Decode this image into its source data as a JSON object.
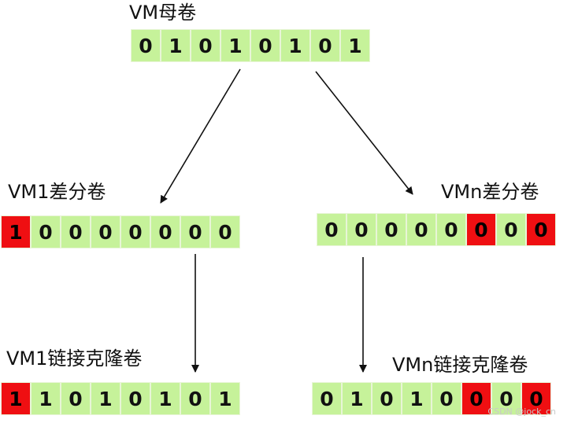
{
  "colors": {
    "green": "#c6f29a",
    "red": "#ef0f12",
    "arrow": "#111111"
  },
  "volumes": {
    "parent": {
      "label": "VM母卷",
      "bits": [
        "0",
        "1",
        "0",
        "1",
        "0",
        "1",
        "0",
        "1"
      ],
      "highlight": [
        false,
        false,
        false,
        false,
        false,
        false,
        false,
        false
      ]
    },
    "vm1_diff": {
      "label": "VM1差分卷",
      "bits": [
        "1",
        "0",
        "0",
        "0",
        "0",
        "0",
        "0",
        "0"
      ],
      "highlight": [
        true,
        false,
        false,
        false,
        false,
        false,
        false,
        false
      ]
    },
    "vmn_diff": {
      "label": "VMn差分卷",
      "bits": [
        "0",
        "0",
        "0",
        "0",
        "0",
        "0",
        "0",
        "0"
      ],
      "highlight": [
        false,
        false,
        false,
        false,
        false,
        true,
        false,
        true
      ]
    },
    "vm1_clone": {
      "label": "VM1链接克隆卷",
      "bits": [
        "1",
        "1",
        "0",
        "1",
        "0",
        "1",
        "0",
        "1"
      ],
      "highlight": [
        true,
        false,
        false,
        false,
        false,
        false,
        false,
        false
      ]
    },
    "vmn_clone": {
      "label": "VMn链接克隆卷",
      "bits": [
        "0",
        "1",
        "0",
        "1",
        "0",
        "0",
        "0",
        "0"
      ],
      "highlight": [
        false,
        false,
        false,
        false,
        false,
        true,
        false,
        true
      ]
    }
  },
  "watermark": "CSDN @jock_cn"
}
